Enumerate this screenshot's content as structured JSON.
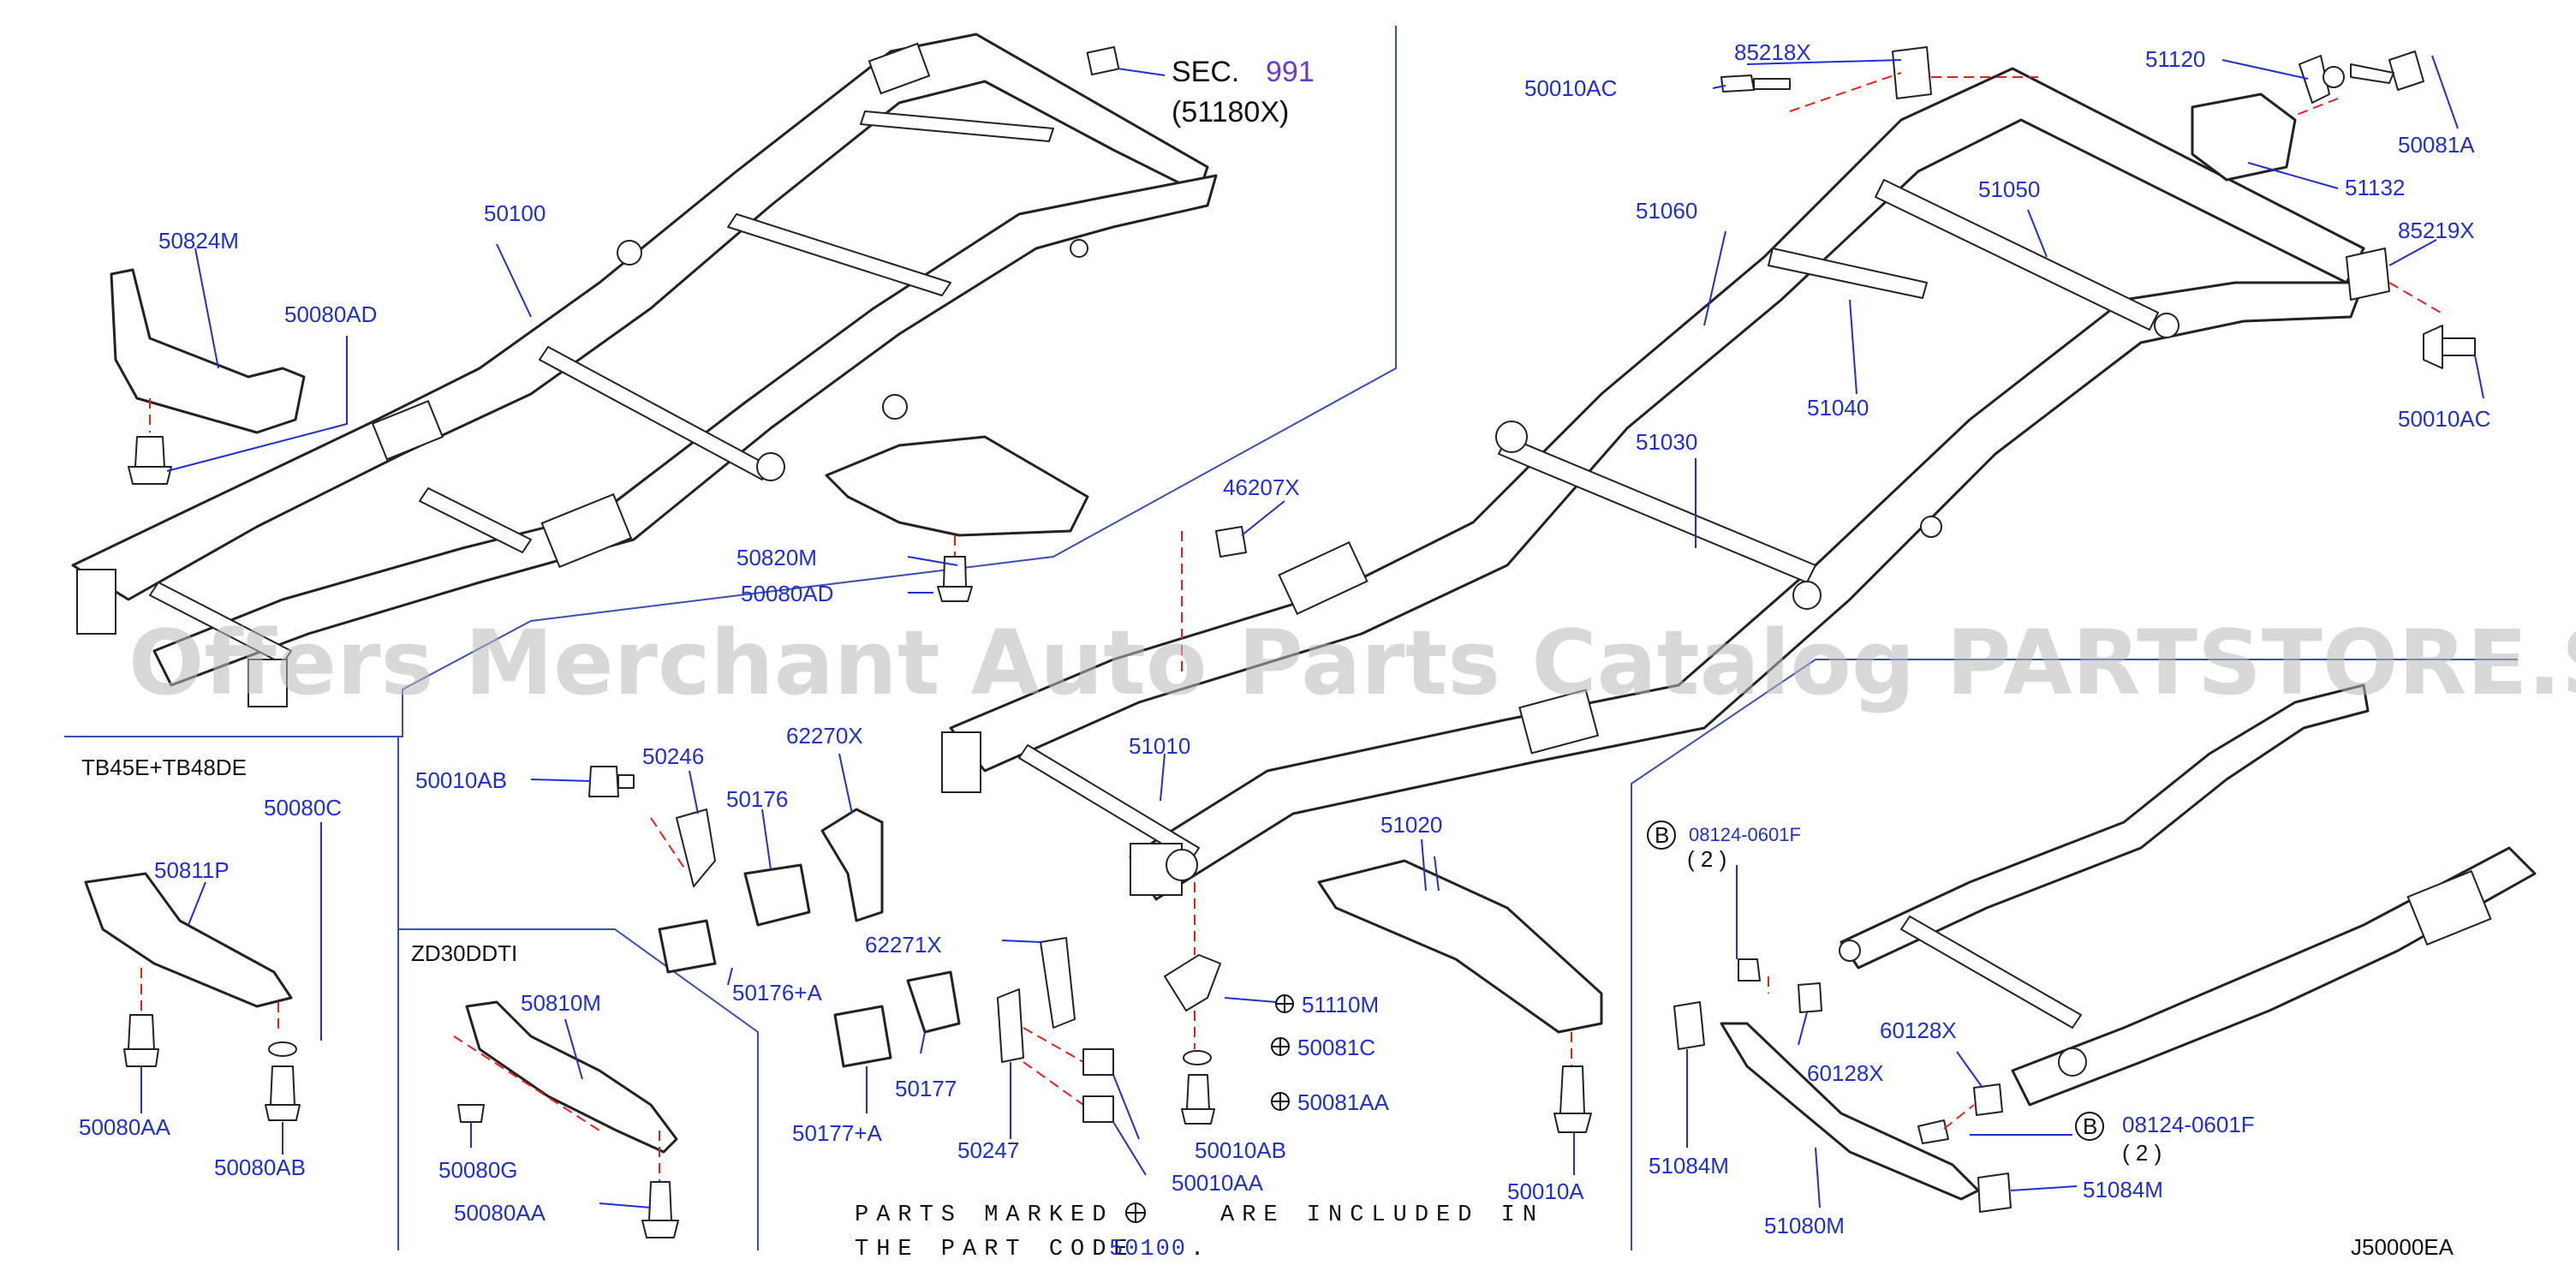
{
  "labels": {
    "sec": "SEC.",
    "sec_num": "991",
    "sec_sub": "(51180X)",
    "p50100_top": "50100",
    "p50824M": "50824M",
    "p50080AD_a": "50080AD",
    "p50820M": "50820M",
    "p50080AD_b": "50080AD",
    "p85218X": "85218X",
    "p50010AC_a": "50010AC",
    "p51120": "51120",
    "p50081A": "50081A",
    "p51132": "51132",
    "p51050": "51050",
    "p51060": "51060",
    "p85219X": "85219X",
    "p50010AC_b": "50010AC",
    "p51030": "51030",
    "p51040": "51040",
    "p46207X": "46207X",
    "p51010": "51010",
    "p51020": "51020",
    "p50010AB_a": "50010AB",
    "p50246": "50246",
    "p50176": "50176",
    "p62270X": "62270X",
    "p50176A": "50176+A",
    "p62271X": "62271X",
    "p50177": "50177",
    "p50177A": "50177+A",
    "p50247": "50247",
    "p50010AB_b": "50010AB",
    "p50010AA_a": "50010AA",
    "p51110M": "51110M",
    "p50081C": "50081C",
    "p50081AA": "50081AA",
    "p50010A": "50010A",
    "p50080C": "50080C",
    "p50811P": "50811P",
    "p50080AA_a": "50080AA",
    "p50080AB": "50080AB",
    "p50810M": "50810M",
    "p50080G": "50080G",
    "p50080AA_b": "50080AA",
    "p08124_a": "08124-0601F",
    "qty_a": "( 2 )",
    "p60128X_a": "60128X",
    "p60128X_b": "60128X",
    "p08124_b": "08124-0601F",
    "qty_b": "( 2 )",
    "p51084M_a": "51084M",
    "p51084M_b": "51084M",
    "p51080M": "51080M",
    "b_mark": "B",
    "code": "J50000EA"
  },
  "engines": {
    "tb": "TB45E+TB48DE",
    "zd": "ZD30DDTI"
  },
  "note": {
    "line1_a": "PARTS MARKED",
    "line1_b": "ARE INCLUDED IN",
    "line2_a": "THE PART CODE",
    "line2_code": "50100",
    "line2_end": "."
  },
  "watermark": "Offers Merchant Auto Parts Catalog PARTSTORE.SA",
  "colors": {
    "label": "#1f2fd0",
    "leader_dash": "#e8201c",
    "outline": "#222222",
    "watermark": "#b9b9b9"
  }
}
